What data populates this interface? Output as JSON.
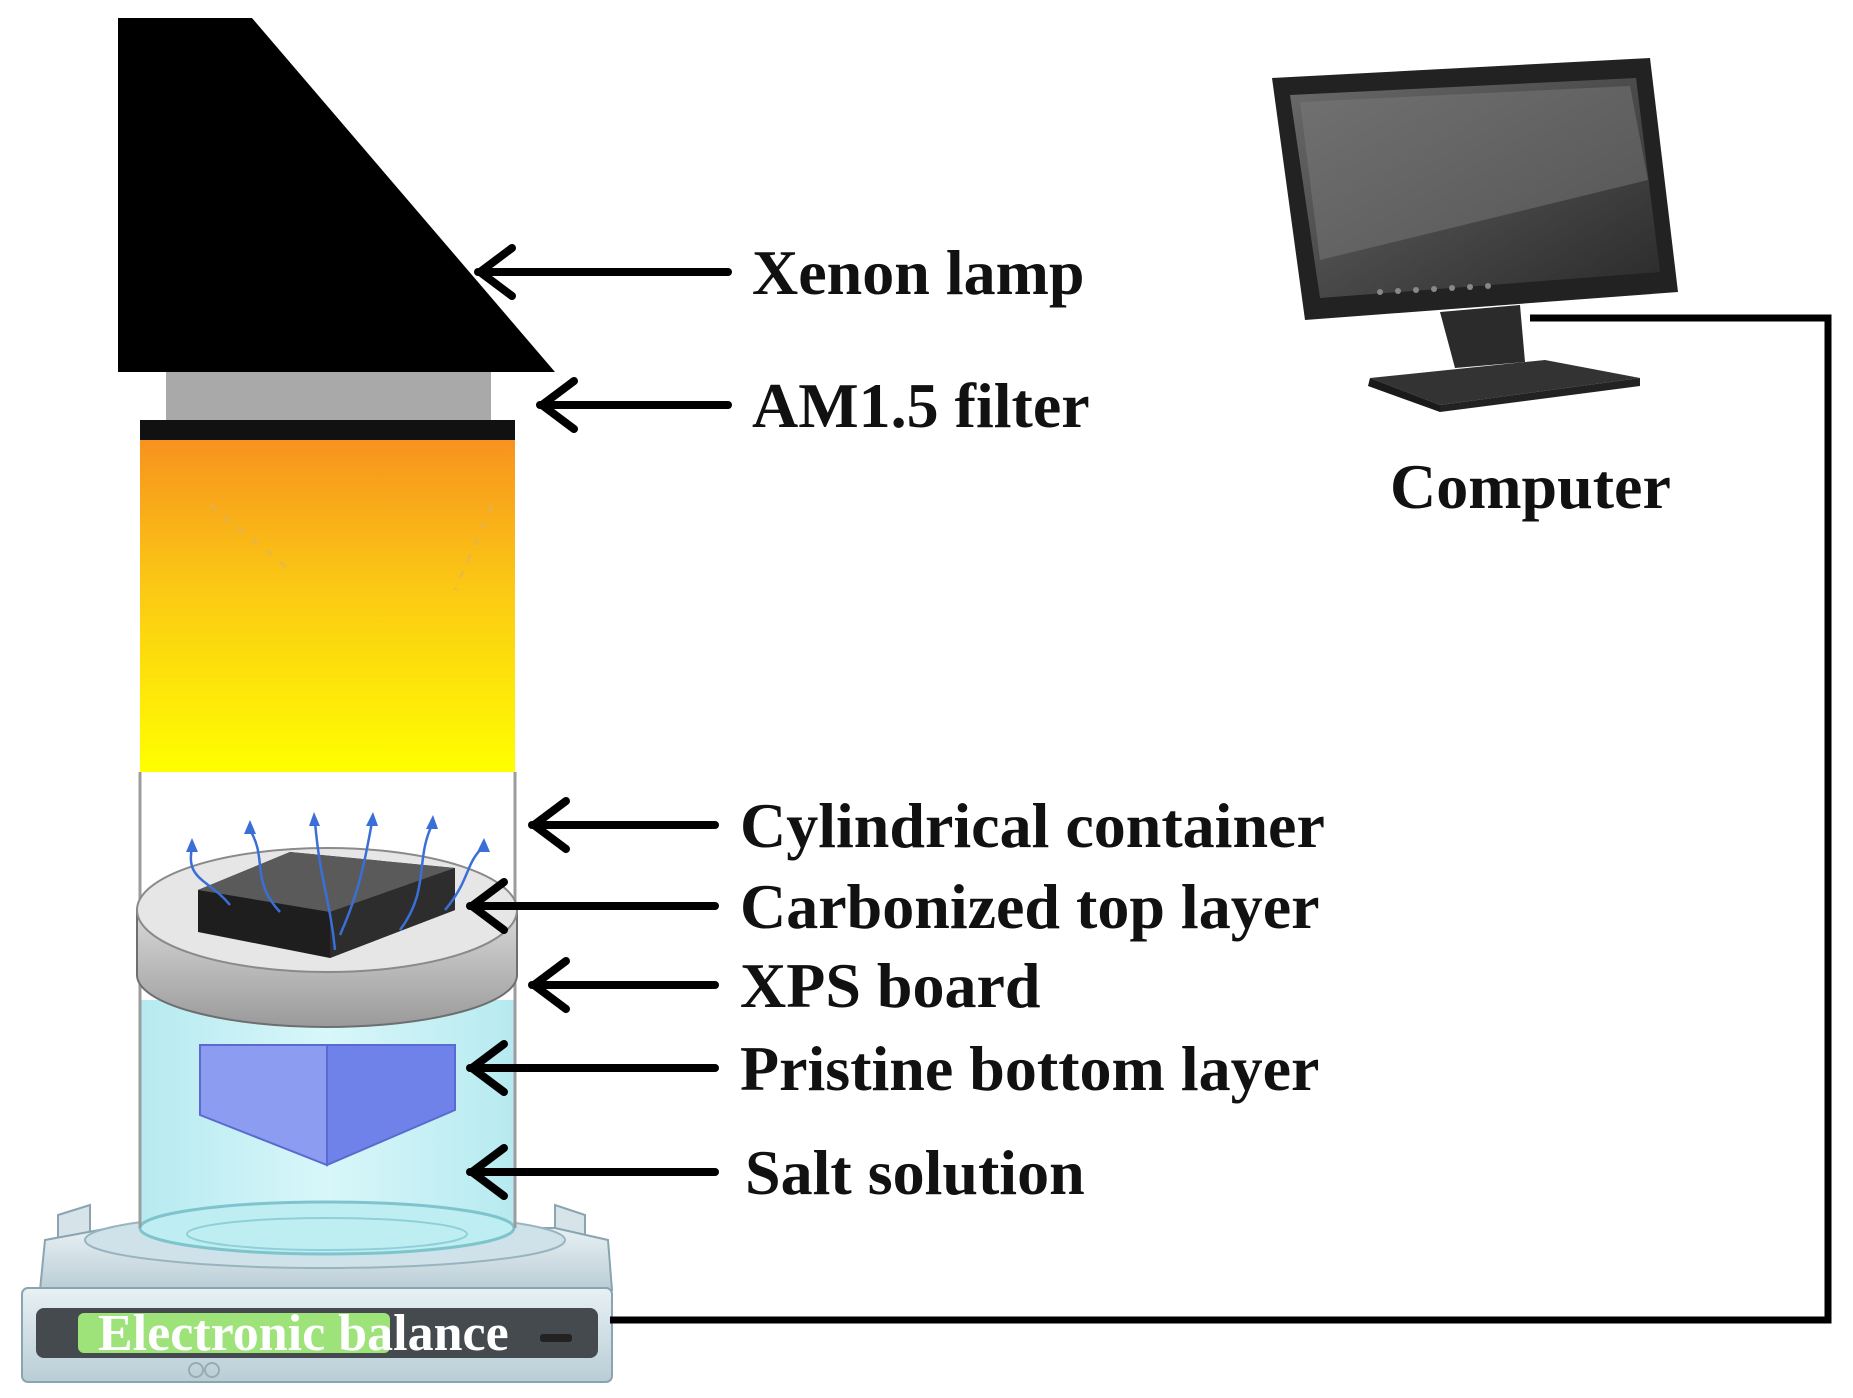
{
  "labels": {
    "xenon_lamp": "Xenon lamp",
    "am_filter": "AM1.5 filter",
    "computer": "Computer",
    "cylindrical_container": "Cylindrical container",
    "carbonized_top_layer": "Carbonized top layer",
    "xps_board": "XPS board",
    "pristine_bottom_layer": "Pristine bottom layer",
    "salt_solution": "Salt solution",
    "electronic_balance": "Electronic balance"
  },
  "icons": {
    "lamp": "xenon-lamp-icon",
    "filter": "filter-icon",
    "computer": "monitor-icon",
    "balance": "balance-icon",
    "vapor": "vapor-arrow-icon"
  },
  "colors": {
    "lamp": "#000000",
    "filter": "#a9a9a9",
    "light_top": "#f7931e",
    "light_bottom": "#ffff00",
    "water": "#c8f2f5",
    "carbon_layer": "#1e1e1e",
    "bottom_layer": "#8c9cf0",
    "vapor_arrow": "#3a6fd8",
    "cable": "#000000"
  }
}
